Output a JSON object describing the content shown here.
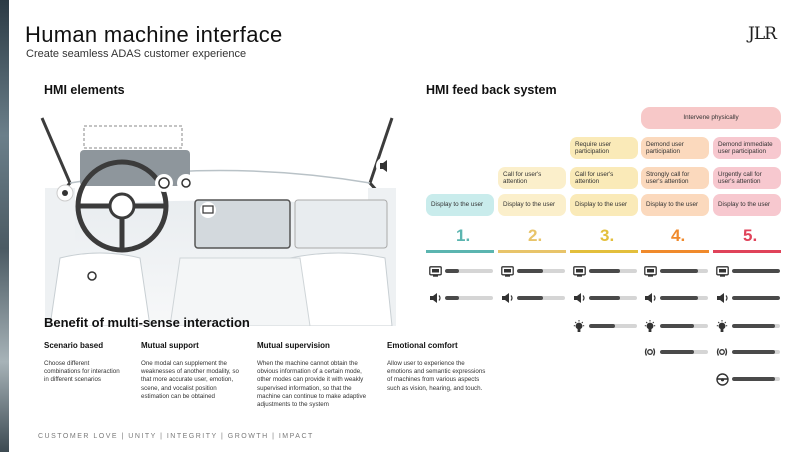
{
  "header": {
    "title": "Human machine interface",
    "subtitle": "Create seamless ADAS customer experience",
    "logo": "JLR"
  },
  "hmi_elements": {
    "title": "HMI elements"
  },
  "benefit": {
    "title": "Benefit of multi-sense interaction",
    "columns": [
      {
        "heading": "Scenario based",
        "text": "Choose different combinations for interaction in different scenarios"
      },
      {
        "heading": "Mutual support",
        "text": "One modal can supplement the weaknesses of another modality, so that more accurate user, emotion, scene, and vocalist position estimation can be obtained"
      },
      {
        "heading": "Mutual supervision",
        "text": "When the machine cannot obtain the obvious information of a certain mode, other modes can provide it with weakly supervised information, so that the machine can continue to make adaptive adjustments to the system"
      },
      {
        "heading": "Emotional comfort",
        "text": "Allow user to experience the emotions and semantic expressions of machines from various aspects such as vision, hearing, and touch."
      }
    ]
  },
  "footer": {
    "values": "CUSTOMER LOVE  |  UNITY  |  INTEGRITY  |  GROWTH  |  IMPACT"
  },
  "feedback": {
    "title": "HMI feed back system",
    "intervene": "Intervene physically",
    "levels": [
      {
        "num": "1.",
        "color": "#5bb5b0",
        "chips": [
          "Display to the user"
        ]
      },
      {
        "num": "2.",
        "color": "#e8c46a",
        "chips": [
          "Call for user's attention",
          "Display to the user"
        ]
      },
      {
        "num": "3.",
        "color": "#e3bf3c",
        "chips": [
          "Require user participation",
          "Call for user's attention",
          "Display to the user"
        ]
      },
      {
        "num": "4.",
        "color": "#f08a2c",
        "chips": [
          "Demond user participation",
          "Strongly call for user's attention",
          "Display to the user"
        ]
      },
      {
        "num": "5.",
        "color": "#e0435a",
        "chips": [
          "Demond immediate user participation",
          "Urgently call for user's attention",
          "Display to the user"
        ]
      }
    ],
    "icons": [
      "display-icon",
      "speaker-icon",
      "light-icon",
      "vibration-icon",
      "steering-wheel-icon"
    ],
    "levels_fill": [
      [
        0.3,
        0.3
      ],
      [
        0.55,
        0.55
      ],
      [
        0.65,
        0.65,
        0.55
      ],
      [
        0.8,
        0.8,
        0.7,
        0.7
      ],
      [
        1.0,
        1.0,
        0.9,
        0.9,
        0.9
      ]
    ]
  }
}
